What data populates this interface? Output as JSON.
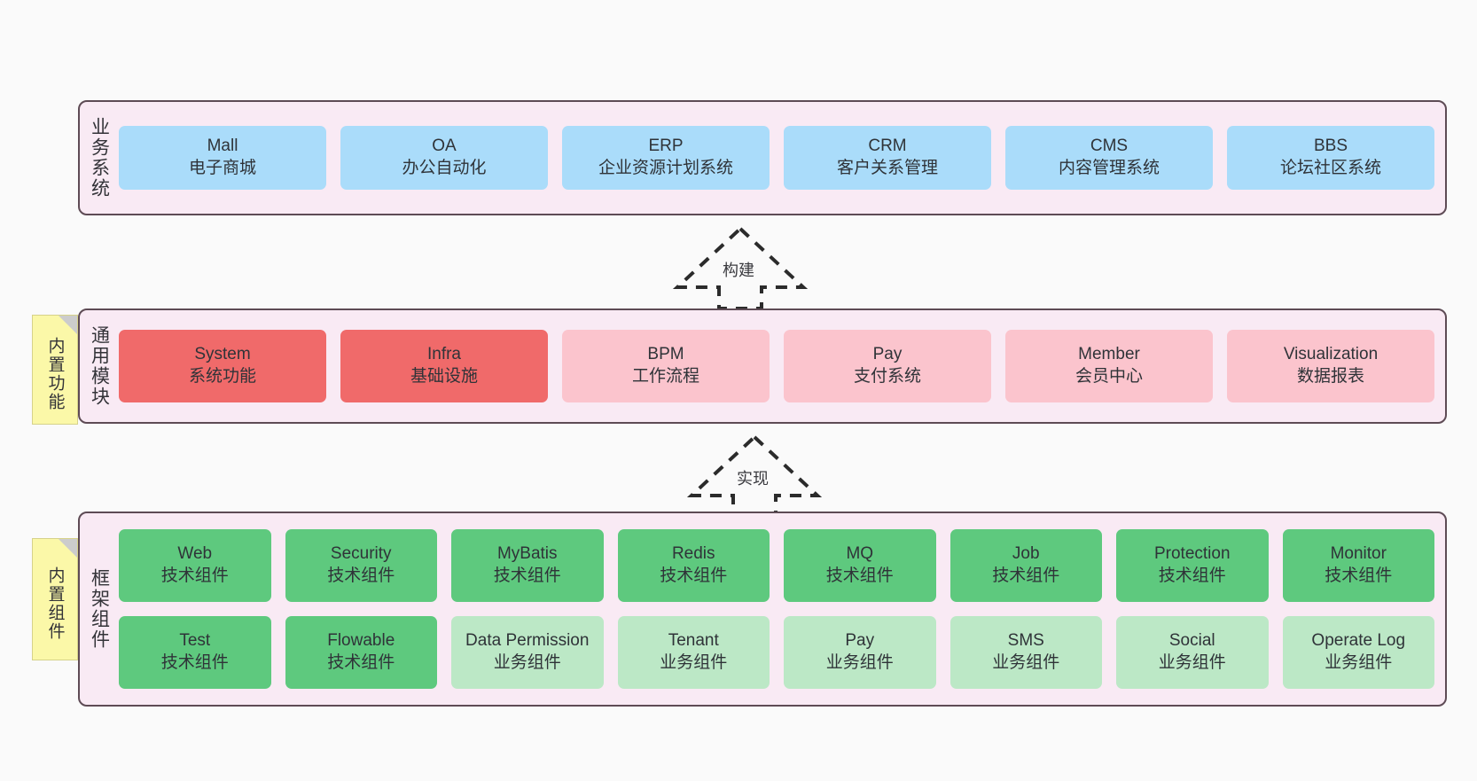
{
  "diagram": {
    "background": "#fafafa",
    "layers": [
      {
        "id": "business",
        "label": "业务系统",
        "rows": [
          {
            "items": [
              {
                "t1": "Mall",
                "t2": "电子商城",
                "color": "#aadcfa"
              },
              {
                "t1": "OA",
                "t2": "办公自动化",
                "color": "#aadcfa"
              },
              {
                "t1": "ERP",
                "t2": "企业资源计划系统",
                "color": "#aadcfa"
              },
              {
                "t1": "CRM",
                "t2": "客户关系管理",
                "color": "#aadcfa"
              },
              {
                "t1": "CMS",
                "t2": "内容管理系统",
                "color": "#aadcfa"
              },
              {
                "t1": "BBS",
                "t2": "论坛社区系统",
                "color": "#aadcfa"
              }
            ]
          }
        ]
      },
      {
        "id": "modules",
        "label": "通用模块",
        "rows": [
          {
            "items": [
              {
                "t1": "System",
                "t2": "系统功能",
                "color": "#f06a6a"
              },
              {
                "t1": "Infra",
                "t2": "基础设施",
                "color": "#f06a6a"
              },
              {
                "t1": "BPM",
                "t2": "工作流程",
                "color": "#fbc4cd"
              },
              {
                "t1": "Pay",
                "t2": "支付系统",
                "color": "#fbc4cd"
              },
              {
                "t1": "Member",
                "t2": "会员中心",
                "color": "#fbc4cd"
              },
              {
                "t1": "Visualization",
                "t2": "数据报表",
                "color": "#fbc4cd"
              }
            ]
          }
        ]
      },
      {
        "id": "framework",
        "label": "框架组件",
        "rows": [
          {
            "items": [
              {
                "t1": "Web",
                "t2": "技术组件",
                "color": "#5ec97e"
              },
              {
                "t1": "Security",
                "t2": "技术组件",
                "color": "#5ec97e"
              },
              {
                "t1": "MyBatis",
                "t2": "技术组件",
                "color": "#5ec97e"
              },
              {
                "t1": "Redis",
                "t2": "技术组件",
                "color": "#5ec97e"
              },
              {
                "t1": "MQ",
                "t2": "技术组件",
                "color": "#5ec97e"
              },
              {
                "t1": "Job",
                "t2": "技术组件",
                "color": "#5ec97e"
              },
              {
                "t1": "Protection",
                "t2": "技术组件",
                "color": "#5ec97e"
              },
              {
                "t1": "Monitor",
                "t2": "技术组件",
                "color": "#5ec97e"
              }
            ]
          },
          {
            "items": [
              {
                "t1": "Test",
                "t2": "技术组件",
                "color": "#5ec97e"
              },
              {
                "t1": "Flowable",
                "t2": "技术组件",
                "color": "#5ec97e"
              },
              {
                "t1": "Data Permission",
                "t2": "业务组件",
                "color": "#bce8c6",
                "wrap": true
              },
              {
                "t1": "Tenant",
                "t2": "业务组件",
                "color": "#bce8c6"
              },
              {
                "t1": "Pay",
                "t2": "业务组件",
                "color": "#bce8c6"
              },
              {
                "t1": "SMS",
                "t2": "业务组件",
                "color": "#bce8c6"
              },
              {
                "t1": "Social",
                "t2": "业务组件",
                "color": "#bce8c6"
              },
              {
                "t1": "Operate Log",
                "t2": "业务组件",
                "color": "#bce8c6"
              }
            ]
          }
        ]
      }
    ],
    "notes": [
      {
        "id": "modules",
        "text": "内置功能",
        "color": "#fbf8a8"
      },
      {
        "id": "framework",
        "text": "内置组件",
        "color": "#fbf8a8"
      }
    ],
    "arrows": [
      {
        "id": "build",
        "label": "构建",
        "style": "dashed-generalization",
        "direction": "up"
      },
      {
        "id": "impl",
        "label": "实现",
        "style": "dashed-generalization",
        "direction": "up"
      }
    ]
  }
}
